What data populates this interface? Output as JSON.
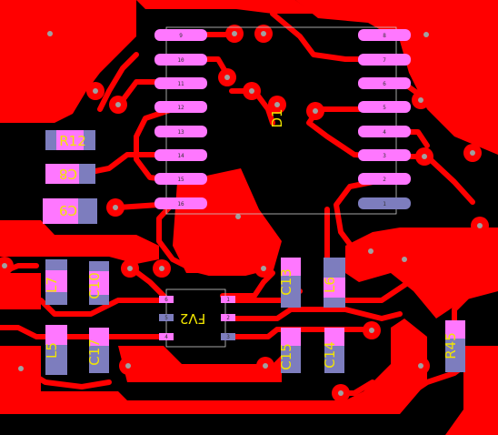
{
  "board": {
    "colors": {
      "background": "#000000",
      "copper": "#ff0000",
      "pad": "#ff77ff",
      "via_ring": "#ff0000",
      "via_hole": "#a0a0a0",
      "silkscreen": "#f2e600",
      "outline": "#cccccc",
      "pad_blue": "#7d7dbe"
    },
    "designators": {
      "d1": "D1",
      "r12": "R12",
      "c8": "C8",
      "c9": "C9",
      "l7": "L7",
      "c10": "C10",
      "c13": "C13",
      "l6": "L6",
      "fv2": "FV2",
      "l5": "L5",
      "c17": "C17",
      "c15": "C15",
      "c14": "C14",
      "r45": "R45"
    },
    "ic_pins_left": [
      "9",
      "10",
      "11",
      "12",
      "13",
      "14",
      "15",
      "16"
    ],
    "ic_pins_right": [
      "8",
      "7",
      "6",
      "5",
      "4",
      "3",
      "2",
      "1"
    ],
    "fv2_pins_left": [
      "6",
      "5",
      "4"
    ],
    "fv2_pins_right": [
      "1",
      "2",
      "3"
    ],
    "plus_sign": "+",
    "one": "1",
    "two": "2"
  }
}
